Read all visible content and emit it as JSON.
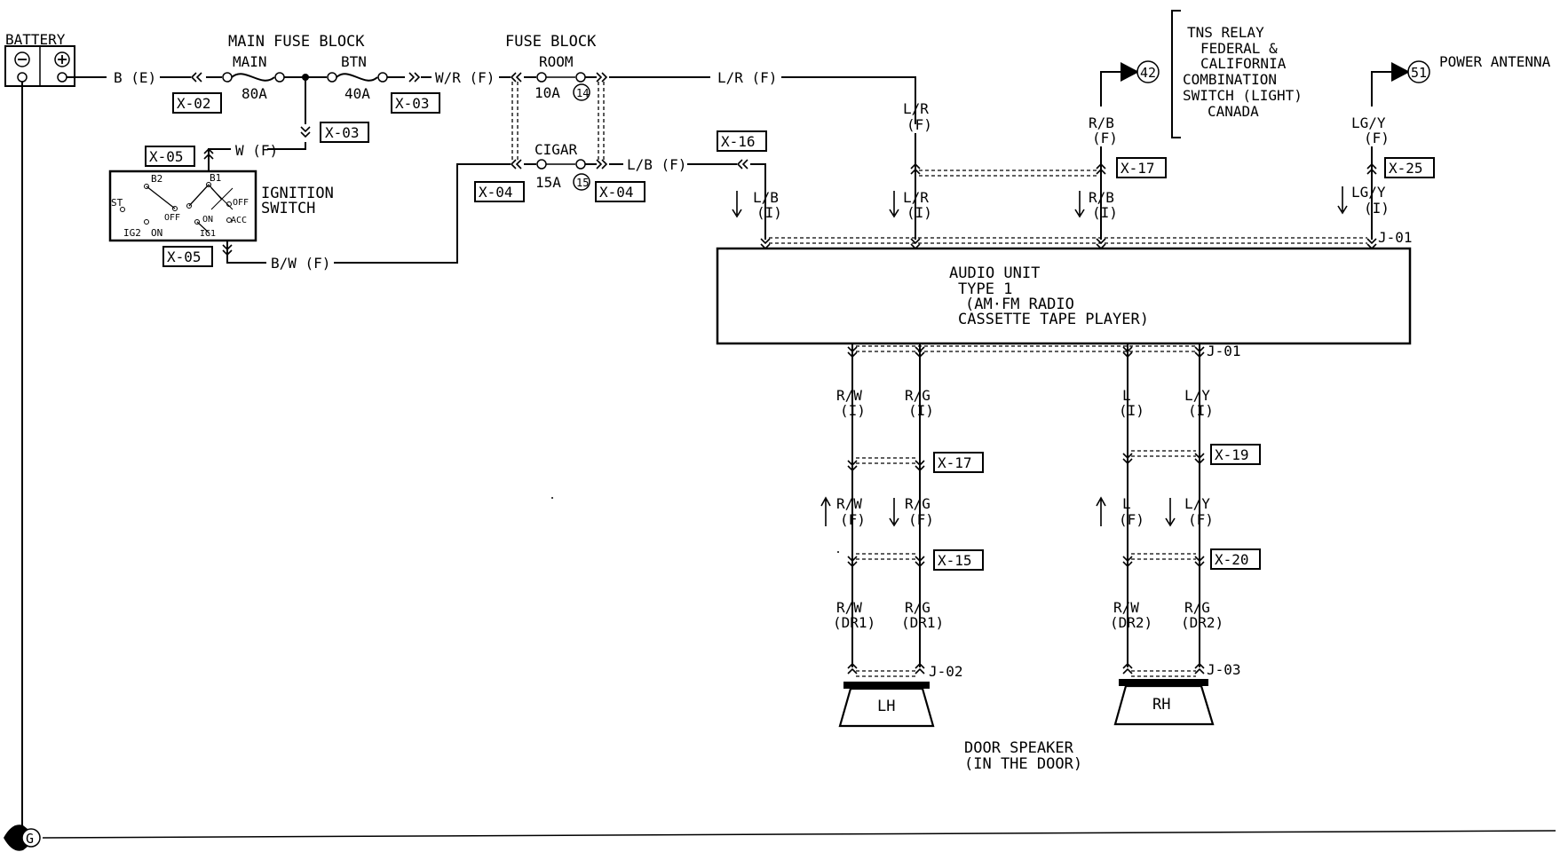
{
  "battery": {
    "label": "BATTERY"
  },
  "main_fuse_block": {
    "title": "MAIN FUSE BLOCK",
    "main_label": "MAIN",
    "main_rating": "80A",
    "btn_label": "BTN",
    "btn_rating": "40A"
  },
  "fuse_block": {
    "title": "FUSE BLOCK",
    "room_label": "ROOM",
    "room_rating": "10A",
    "room_num": "14",
    "cigar_label": "CIGAR",
    "cigar_rating": "15A",
    "cigar_num": "15"
  },
  "wires": {
    "b_e": "B (E)",
    "w_r_f": "W/R (F)",
    "l_r_f_top": "L/R (F)",
    "w_f": "W (F)",
    "l_b_f": "L/B (F)",
    "b_w_f": "B/W (F)",
    "l_r_f": "L/R",
    "l_r_f_sub": "(F)",
    "r_b_f": "R/B",
    "r_b_f_sub": "(F)",
    "lg_y_f": "LG/Y",
    "lg_y_f_sub": "(F)",
    "l_b_i": "L/B",
    "l_b_i_sub": "(I)",
    "l_r_i": "L/R",
    "l_r_i_sub": "(I)",
    "r_b_i": "R/B",
    "r_b_i_sub": "(I)",
    "lg_y_i": "LG/Y",
    "lg_y_i_sub": "(I)",
    "r_w_i": "R/W",
    "r_w_i_sub": "(I)",
    "r_g_i": "R/G",
    "r_g_i_sub": "(I)",
    "l_i": "L",
    "l_i_sub": "(I)",
    "l_y_i": "L/Y",
    "l_y_i_sub": "(I)",
    "r_w_f": "R/W",
    "r_w_f_sub": "(F)",
    "r_g_f": "R/G",
    "r_g_f_sub": "(F)",
    "l_f": "L",
    "l_f_sub": "(F)",
    "l_y_f": "L/Y",
    "l_y_f_sub": "(F)",
    "r_w_dr1": "R/W",
    "r_w_dr1_sub": "(DR1)",
    "r_g_dr1": "R/G",
    "r_g_dr1_sub": "(DR1)",
    "r_w_dr2": "R/W",
    "r_w_dr2_sub": "(DR2)",
    "r_g_dr2": "R/G",
    "r_g_dr2_sub": "(DR2)"
  },
  "connectors": {
    "x02": "X-02",
    "x03a": "X-03",
    "x03b": "X-03",
    "x05a": "X-05",
    "x05b": "X-05",
    "x04a": "X-04",
    "x04b": "X-04",
    "x16": "X-16",
    "x17a": "X-17",
    "x25": "X-25",
    "x17b": "X-17",
    "x19": "X-19",
    "x15": "X-15",
    "x20": "X-20",
    "j01a": "J-01",
    "j01b": "J-01",
    "j02": "J-02",
    "j03": "J-03"
  },
  "ignition_switch": {
    "title_1": "IGNITION",
    "title_2": "SWITCH",
    "st": "ST",
    "b2": "B2",
    "b1": "B1",
    "off_a": "OFF",
    "off_b": "OFF",
    "on_a": "ON",
    "on_b": "ON",
    "ig1": "IG1",
    "ig2": "IG2",
    "acc": "ACC"
  },
  "references": {
    "ref42": "42",
    "tns_1": "TNS RELAY",
    "tns_2": "FEDERAL &",
    "tns_3": "CALIFORNIA",
    "tns_4": "COMBINATION",
    "tns_5": "SWITCH (LIGHT)",
    "tns_6": "CANADA",
    "ref51": "51",
    "power_antenna": "POWER ANTENNA"
  },
  "audio_unit": {
    "line1": "AUDIO UNIT",
    "line2": "TYPE 1",
    "line3": "(AM·FM RADIO",
    "line4": "CASSETTE TAPE PLAYER)"
  },
  "speakers": {
    "lh": "LH",
    "rh": "RH",
    "title_1": "DOOR SPEAKER",
    "title_2": "(IN THE DOOR)"
  },
  "ground": {
    "label": "G"
  }
}
